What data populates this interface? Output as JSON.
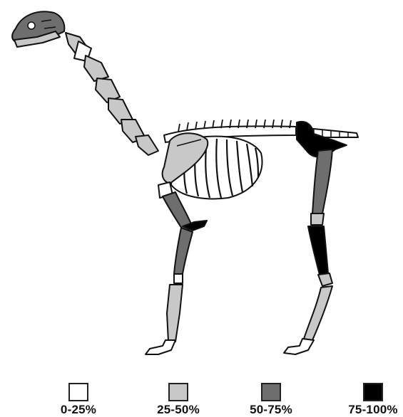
{
  "legend": {
    "items": [
      {
        "label": "0-25%",
        "color": "#ffffff"
      },
      {
        "label": "25-50%",
        "color": "#c8c8c8"
      },
      {
        "label": "50-75%",
        "color": "#6e6e6e"
      },
      {
        "label": "75-100%",
        "color": "#000000"
      }
    ]
  },
  "completeness_by_region": {
    "skull": "50-75%",
    "neck": "25-50%",
    "scapula": "25-50%",
    "ribcage": "0-25%",
    "pelvis": "75-100%",
    "tail": "0-25%",
    "humerus": "50-75%",
    "forelimb_lower": "50-75%",
    "forefoot": "25-50%",
    "femur": "50-75%",
    "hindlimb_lower": "75-100%",
    "hindfoot": "25-50%"
  }
}
